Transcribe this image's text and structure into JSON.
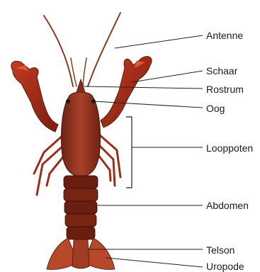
{
  "diagram": {
    "subject": "crayfish",
    "labels": {
      "antenne": "Antenne",
      "schaar": "Schaar",
      "rostrum": "Rostrum",
      "oog": "Oog",
      "looppoten": "Looppoten",
      "abdomen": "Abdomen",
      "telson": "Telson",
      "uropode": "Uropode"
    },
    "colors": {
      "shell_dark": "#5a1a10",
      "shell_mid": "#9a2e1a",
      "shell_light": "#d04a2a",
      "line": "#222222"
    }
  }
}
